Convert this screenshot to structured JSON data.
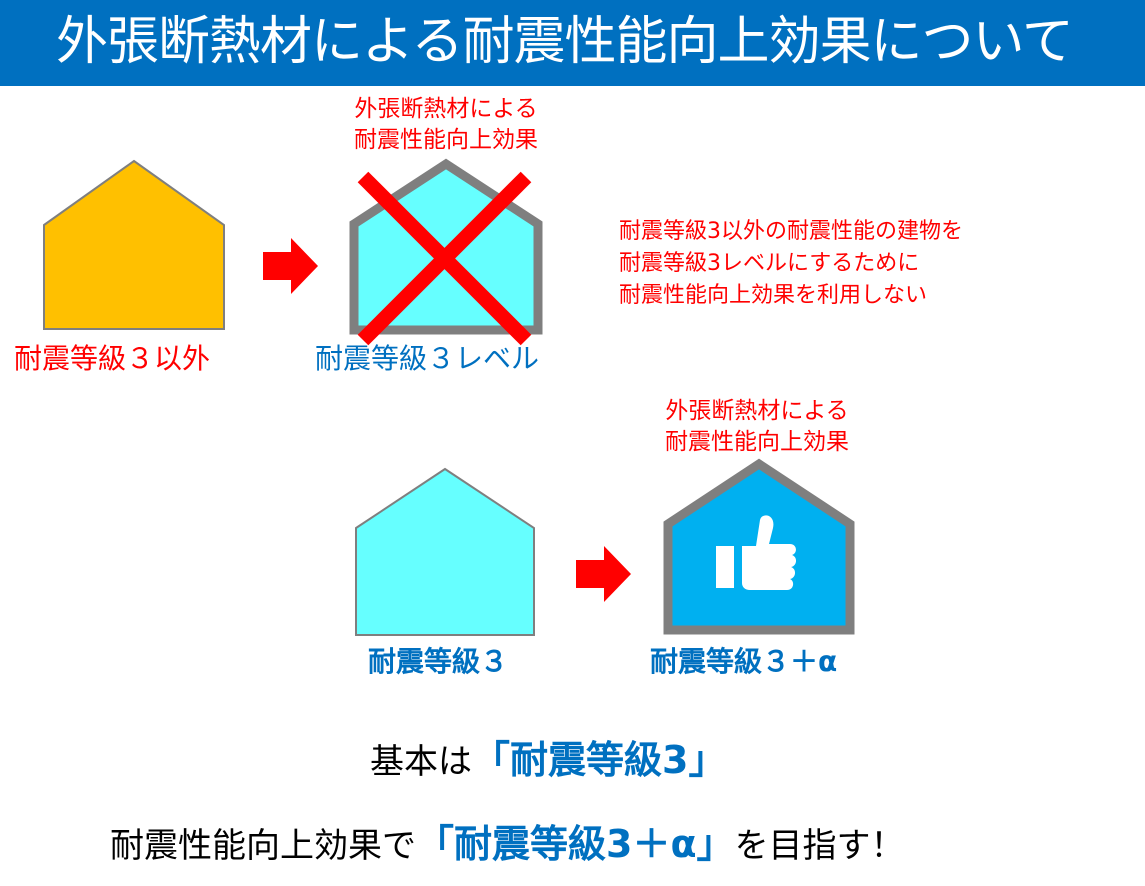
{
  "title": "外張断熱材による耐震性能向上効果について",
  "top": {
    "effect_note_line1": "外張断熱材による",
    "effect_note_line2": "耐震性能向上効果",
    "house_left_label": "耐震等級３以外",
    "house_right_label": "耐震等級３レベル",
    "condition_lines": [
      "耐震等級3以外の耐震性能の建物を",
      "耐震等級3レベルにするために",
      "耐震性能向上効果を利用しない"
    ]
  },
  "bottom": {
    "effect_note_line1": "外張断熱材による",
    "effect_note_line2": "耐震性能向上効果",
    "house_left_label": "耐震等級３",
    "house_right_label": "耐震等級３＋α"
  },
  "message1": {
    "prefix": "基本は",
    "emphasis": "「耐震等級3」"
  },
  "message2": {
    "prefix": "耐震性能向上効果で",
    "emphasis": "「耐震等級3＋α」",
    "suffix": "を目指す！"
  },
  "colors": {
    "header": "#0070c0",
    "house_orange": "#ffc000",
    "house_cyan": "#66ffff",
    "house_blue": "#00b0f0",
    "frame_gray": "#7f7f7f",
    "accent_red": "#ff0000",
    "text_blue": "#0070c0"
  },
  "icons": {
    "cross": "cross-mark-icon",
    "approve": "thumbs-up-icon",
    "arrow": "right-arrow-icon"
  }
}
